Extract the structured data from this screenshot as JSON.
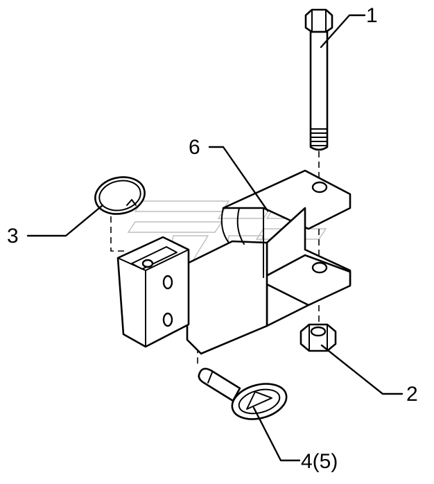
{
  "callouts": [
    {
      "id": "1",
      "label": "1"
    },
    {
      "id": "2",
      "label": "2"
    },
    {
      "id": "3",
      "label": "3"
    },
    {
      "id": "4",
      "label": "4(5)"
    },
    {
      "id": "6",
      "label": "6"
    }
  ]
}
